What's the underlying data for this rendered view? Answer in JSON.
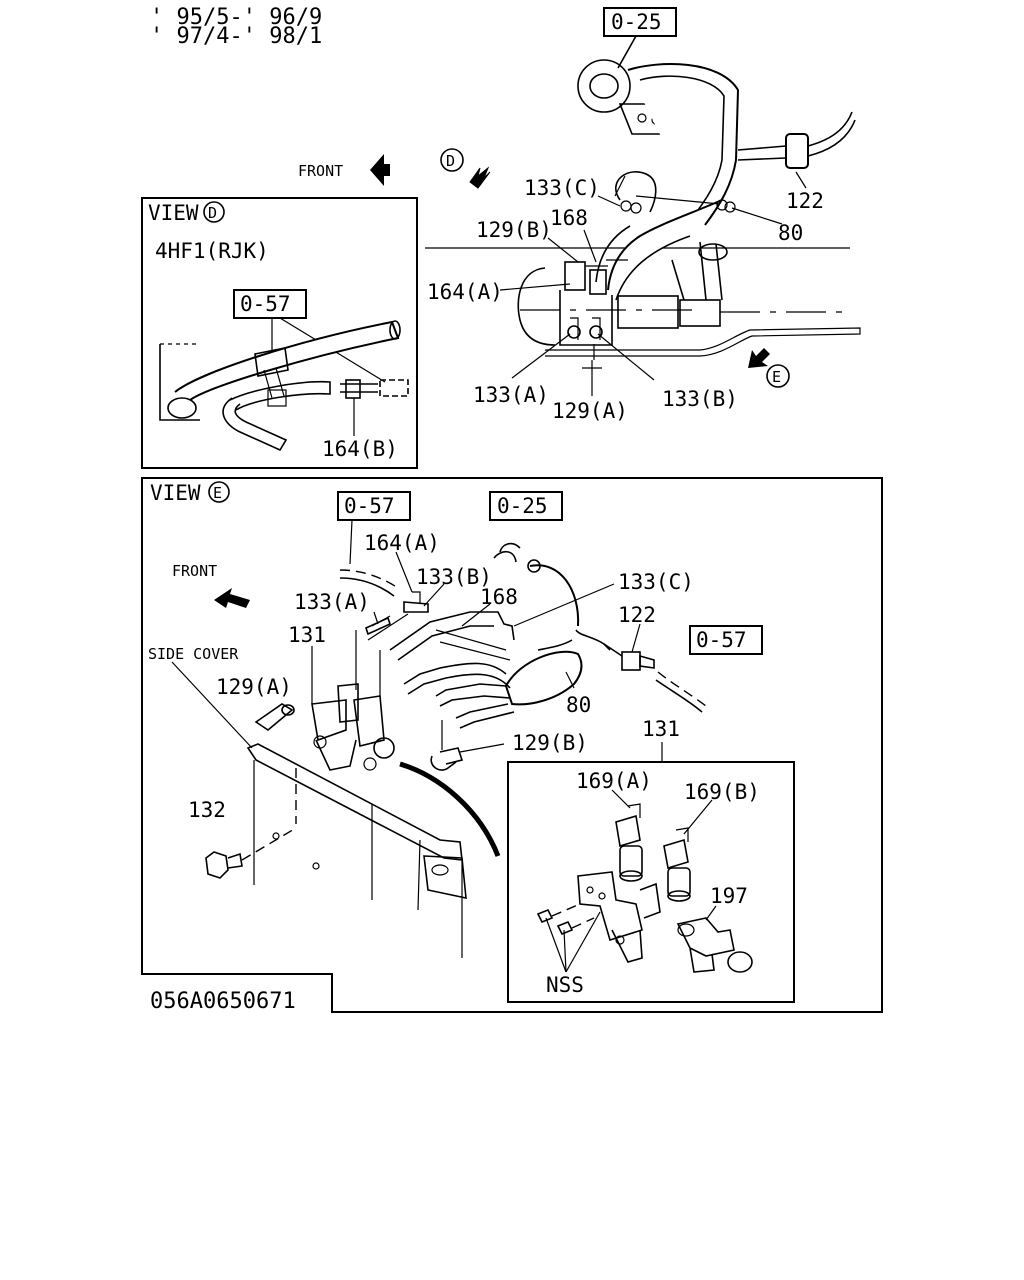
{
  "header": {
    "date_range_1": "' 95/5-' 96/9",
    "date_range_2": "' 97/4-' 98/1"
  },
  "main_view": {
    "front_label": "FRONT",
    "view_marker_d": "D",
    "view_marker_e": "E",
    "ref_box_top": "0-25",
    "labels": [
      "122",
      "80",
      "133(C)",
      "168",
      "129(B)",
      "164(A)",
      "133(A)",
      "133(B)",
      "129(A)"
    ]
  },
  "view_d": {
    "title": "VIEW",
    "marker": "D",
    "engine_code": "4HF1(RJK)",
    "ref_box": "0-57",
    "part_label": "164(B)"
  },
  "view_e": {
    "title": "VIEW",
    "marker": "E",
    "front_label": "FRONT",
    "side_cover_label": "SIDE COVER",
    "ref_box_left": "0-57",
    "ref_box_mid": "0-25",
    "ref_box_right": "0-57",
    "labels": [
      "164(A)",
      "133(B)",
      "133(A)",
      "168",
      "133(C)",
      "122",
      "131",
      "129(A)",
      "80",
      "129(B)",
      "132"
    ]
  },
  "inset": {
    "label_131": "131",
    "labels": [
      "169(A)",
      "169(B)",
      "197",
      "NSS"
    ]
  },
  "footer": {
    "drawing_number": "056A0650671"
  }
}
